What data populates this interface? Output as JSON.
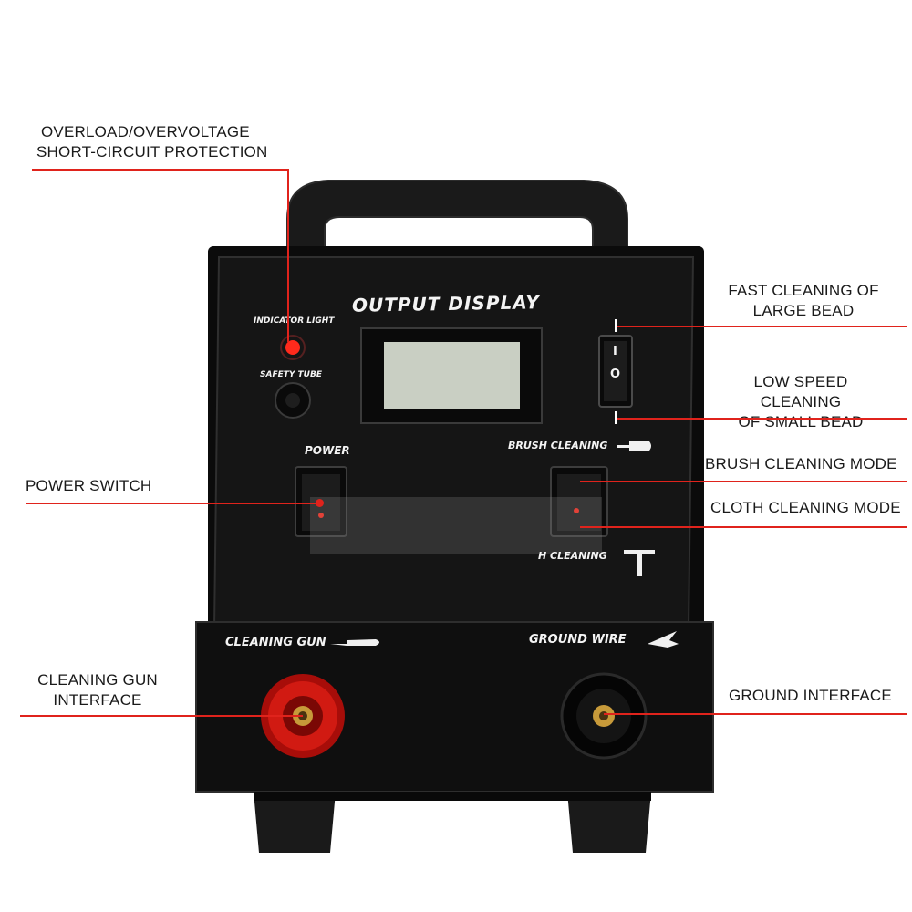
{
  "callouts": {
    "overload": [
      "OVERLOAD/OVERVOLTAGE",
      "SHORT-CIRCUIT PROTECTION"
    ],
    "power_switch": "POWER SWITCH",
    "cleaning_gun_interface": [
      "CLEANING GUN",
      "INTERFACE"
    ],
    "fast_cleaning": [
      "FAST CLEANING OF",
      "LARGE BEAD"
    ],
    "low_speed_cleaning": [
      "LOW SPEED CLEANING",
      "OF SMALL BEAD"
    ],
    "brush_mode": "BRUSH CLEANING MODE",
    "cloth_mode": "CLOTH CLEANING MODE",
    "ground_interface": "GROUND INTERFACE"
  },
  "panel": {
    "output_display": "OUTPUT DISPLAY",
    "indicator_light": "INDICATOR LIGHT",
    "safety_tube": "SAFETY TUBE",
    "power": "POWER",
    "brush_cleaning": "BRUSH CLEANING",
    "cloth_cleaning_partial": "H CLEANING",
    "cleaning_gun": "CLEANING GUN",
    "ground_wire": "GROUND WIRE",
    "switch_on_symbol": "I",
    "switch_off_symbol": "O"
  },
  "colors": {
    "annotation": "#e0231c",
    "body": "#111111",
    "lcd": "#c9cfc3",
    "gun_socket": "#c0100b",
    "ground_socket": "#101010"
  }
}
